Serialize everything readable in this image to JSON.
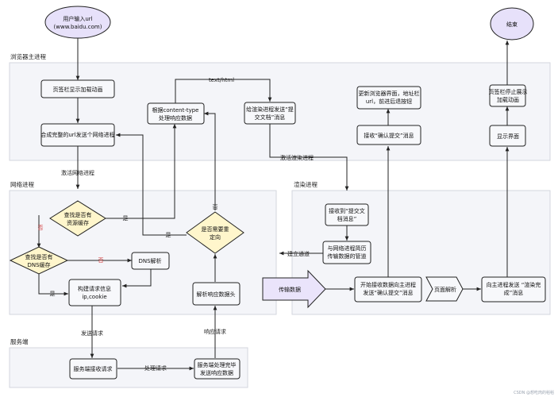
{
  "lanes": {
    "browser": "浏览器主进程",
    "network": "网络进程",
    "render": "渲染进程",
    "server": "服务端"
  },
  "nodes": {
    "start_line1": "用户输入url",
    "start_line2": "(www.baidu.com)",
    "end": "结束",
    "loading_anim": "页签栏显示加载动画",
    "compose_request": "合成完整的url发送个网络进程",
    "content_type_line1": "根据content-type",
    "content_type_line2": "处理响应数据",
    "send_commit_line1": "给渲染进程发送“提",
    "send_commit_line2": "交文档”消息",
    "update_ui_line1": "更新浏览器界面，地址栏",
    "update_ui_line2": "url，前进后退按钮",
    "recv_confirm": "接收“确认提交”消息",
    "stop_anim_line1": "页签栏停止展示",
    "stop_anim_line2": "加载动画",
    "show_page": "显示界面",
    "check_cache_line1": "查找是否有",
    "check_cache_line2": "资源缓存",
    "check_dns_line1": "查找是否有",
    "check_dns_line2": "DNS缓存",
    "dns_resolve": "DNS解析",
    "build_request_line1": "构建请求信息",
    "build_request_line2": "ip,cookie",
    "redirect_line1": "是否需要重",
    "redirect_line2": "定向",
    "parse_header": "解析响应数据头",
    "recv_submit_line1": "接收到“提交文",
    "recv_submit_line2": "档消息”",
    "pipe_line1": "与网络进程简历",
    "pipe_line2": "传输数据的管道",
    "transfer": "传输数据",
    "start_recv_line1": "开始接收数据向主进程",
    "start_recv_line2": "发送“确认提交”消息",
    "parse_page": "页面解析",
    "notify_done_line1": "向主进程发送 “渲染完",
    "notify_done_line2": "成”消息",
    "server_recv": "服务端接收请求",
    "server_done_line1": "服务端处理完毕",
    "server_done_line2": "发送响应数据"
  },
  "edges": {
    "text_html": "text/html",
    "activate_network": "激活网络进程",
    "activate_render": "激活渲染进程",
    "yes_cache": "是",
    "yes_redirect": "是",
    "no_redirect": "否",
    "yes_dns": "是",
    "no_dns": "否",
    "no_cache": "否",
    "build_channel": "建立通道",
    "send_request": "发送请求",
    "process_request": "处理请求",
    "response_request": "响应请求"
  },
  "watermark": "CSDN @想吃肉的稻稻",
  "colors": {
    "lane_fill": "#f4f5f9",
    "lane_border": "#d3d6de",
    "terminal_fill": "#e7e1fa",
    "decision_fill": "#fff6cc",
    "arrow_fill": "#eae4fb",
    "stroke": "#222222",
    "no_label": "#d23a3a"
  }
}
